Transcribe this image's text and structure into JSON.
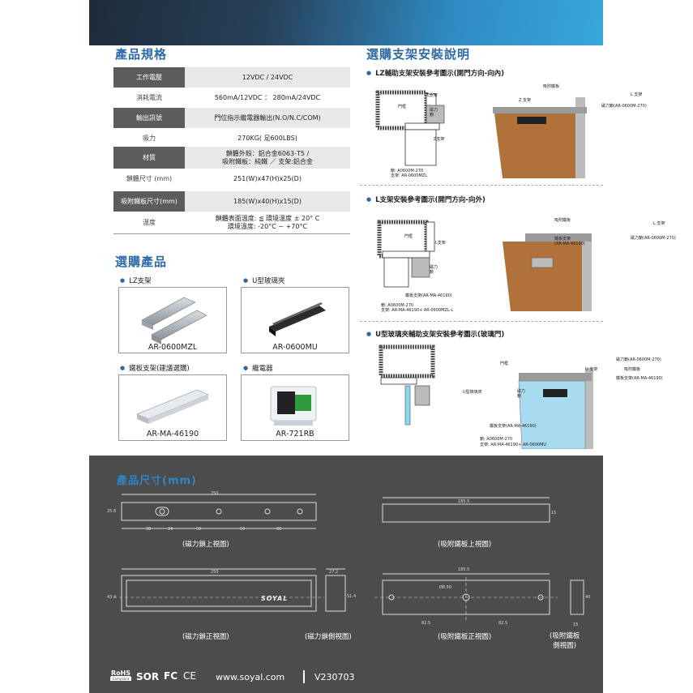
{
  "specs_title": "產品規格",
  "specs": [
    {
      "key": "工作電壓",
      "value": "12VDC / 24VDC"
    },
    {
      "key": "消耗電流",
      "value": "560mA/12VDC ： 280mA/24VDC"
    },
    {
      "key": "輸出訊號",
      "value": "門位指示繼電器輸出(N.O/N.C/COM)"
    },
    {
      "key": "吸力",
      "value": "270KG( 足600LBS)"
    },
    {
      "key": "材質",
      "value": "鎖體外殼：鋁合金6063-T5 /\n吸附鐵板：純鐵 ／ 支架:鋁合金"
    },
    {
      "key": "鎖體尺寸 (mm)",
      "value": "251(W)x47(H)x25(D)"
    },
    {
      "key": "吸附鐵板尺寸(mm)",
      "value": "185(W)x40(H)x15(D)"
    },
    {
      "key": "溫度",
      "value": "鎖體表面溫度: ≦ 環境溫度 ± 20° C\n環境溫度: -20°C ~ +70°C"
    }
  ],
  "optional_title": "選購產品",
  "optional": [
    {
      "label": "LZ支架",
      "model": "AR-0600MZL"
    },
    {
      "label": "U型玻璃夾",
      "model": "AR-0600MU"
    },
    {
      "label": "鐵板支架(建議選購)",
      "model": "AR-MA-46190"
    },
    {
      "label": "繼電器",
      "model": "AR-721RB"
    }
  ],
  "install_title": "選購支架安裝說明",
  "guides": [
    {
      "heading": "LZ輔助支架安裝參考圖示(開門方向-向內)",
      "labels": {
        "frame": "門框",
        "lbr": "L支架",
        "lock": "磁力\n鎖",
        "zbr": "Z支架",
        "plate": "吸附鐵板",
        "lbr2": "L 支架",
        "zbr2": "Z 支架",
        "lockmodel": "磁力鎖(AR-0600M-270)"
      },
      "note1": "鎖: A0600M-270",
      "note2": "支架: AR-0600MZL"
    },
    {
      "heading": "L支架安裝參考圖示(開門方向-向外)",
      "labels": {
        "frame": "門框",
        "lbr": "L支架",
        "lock": "磁力\n鎖",
        "platebr": "鐵板支架(AR-MA-46190)",
        "plate": "吸附鐵板",
        "platebr2": "鐵板支架\n(AR-MA-46190)",
        "lbr2": "L 支架",
        "lockmodel": "磁力鎖(AR-0600M-270)"
      },
      "note1": "鎖: A0600M-270",
      "note2": "支架: AR-MA-46190+ AR-0600MZL-L"
    },
    {
      "heading": "U型玻璃夾輔助支架安裝參考圖示(玻璃門)",
      "labels": {
        "frame": "門框",
        "ubr": "U型玻璃夾",
        "lock": "磁力\n鎖",
        "platebr": "鐵板支架(AR-MA-46190)",
        "ubr2": "U 支架",
        "lockmodel": "磁力鎖(AR-0600M-270)",
        "plate": "吸附鐵板",
        "platebr2": "鐵板支架(AR-MA-46190)"
      },
      "note1": "鎖: A0600M-270",
      "note2": "支架: AR-MA-46190+ AR-0600MU"
    }
  ],
  "dimensions": {
    "title": "產品尺寸(mm)",
    "lock_top_view": "(磁力鎖上視圖)",
    "plate_top_view": "(吸附鐵板上視圖)",
    "lock_front_view": "(磁力鎖正視圖)",
    "lock_side_view": "(磁力鎖側視圖)",
    "plate_front_view": "(吸附鐵板正視圖)",
    "plate_side_view": "(吸附鐵板\n側視圖)",
    "brand": "SOYAL",
    "nums": {
      "w250": "250",
      "h25": "25.8",
      "d30": "30",
      "d24": "24",
      "d50a": "50",
      "d50b": "50",
      "d60": "60",
      "p185a": "185.5",
      "p15": "15",
      "w250b": "250",
      "d27": "27.2",
      "d43": "43.4",
      "d51": "51.4",
      "p185b": "185.5",
      "phi": "Ø8.50",
      "p82a": "82.5",
      "p82b": "82.5",
      "p40": "40",
      "p15b": "15"
    }
  },
  "footer": {
    "rohs": "RoHS",
    "rohs_sub": "Compliant",
    "url": "www.soyal.com",
    "version": "V230703"
  }
}
